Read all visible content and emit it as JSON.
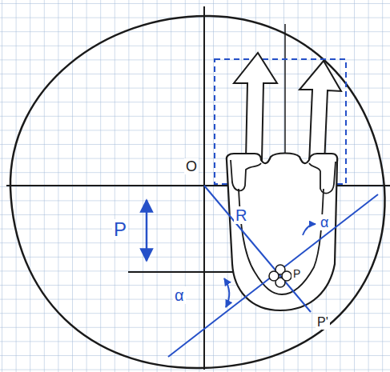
{
  "diagram": {
    "labels": [
      "O",
      "P",
      "R",
      "α",
      "α",
      "P",
      "P'"
    ]
  }
}
